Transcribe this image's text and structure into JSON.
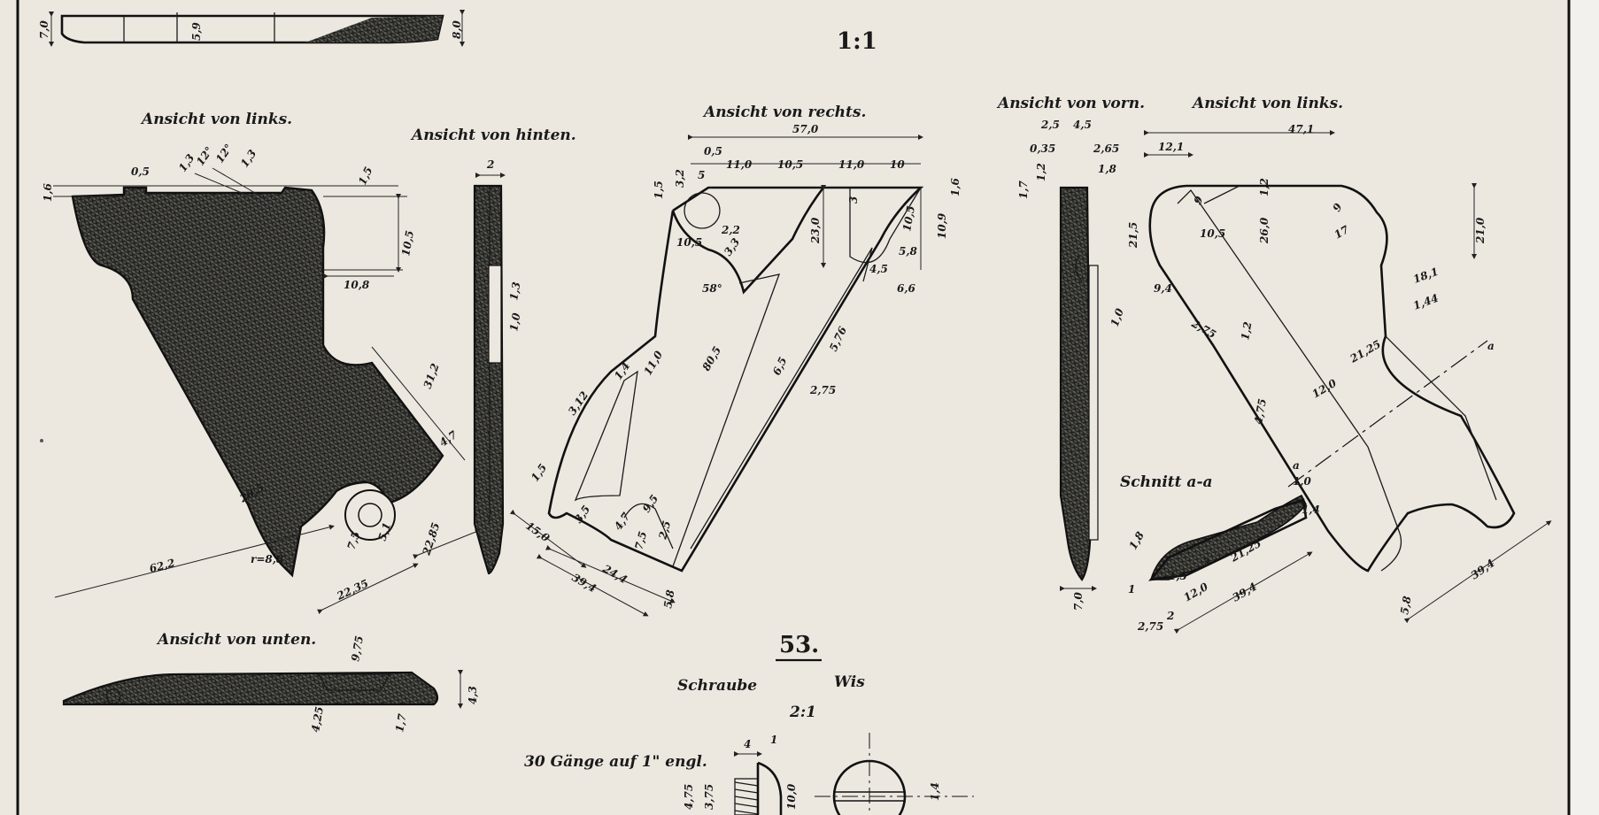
{
  "scale": "1:1",
  "views": {
    "left": "Ansicht von links.",
    "rear": "Ansicht von hinten.",
    "right": "Ansicht von rechts.",
    "front": "Ansicht von vorn.",
    "left2": "Ansicht von links.",
    "bottom": "Ansicht von unten."
  },
  "section": "Schnitt a-a",
  "part": {
    "number": "53.",
    "name": "Schraube",
    "sub": "Wis",
    "scale": "2:1",
    "thread": "30 Gänge auf 1\" engl."
  },
  "dims": {
    "d7_0": "7,0",
    "d5_9": "5,9",
    "d8_0": "8,0",
    "d1_6": "1,6",
    "d0_5": "0,5",
    "d1_3": "1,3",
    "d12a": "12°",
    "d12b": "12°",
    "d1_3b": "1,3",
    "d1_5": "1,5",
    "d10_5": "10,5",
    "d10_8": "10,8",
    "d31_2": "31,2",
    "d4_7": "4,7",
    "d20_5": "20,5",
    "d62_2": "62,2",
    "r8_8": "r=8,8",
    "d7_5": "7,5",
    "d5_1": "5,1",
    "d22_85": "22,85",
    "d22_35": "22,35",
    "d2": "2",
    "d1_3r": "1,3",
    "d1_0r": "1,0",
    "d57_0": "57,0",
    "d0_5r": "0,5",
    "d11_0a": "11,0",
    "d10_5r": "10,5",
    "d11_0b": "11,0",
    "d10": "10",
    "d1_6r": "1,6",
    "d3_2": "3,2",
    "d5": "5",
    "d1_5r": "1,5",
    "d2_2": "2,2",
    "d10_5b": "10,5",
    "d3_3": "3,3",
    "d58": "58°",
    "d23_0": "23,0",
    "d3": "3",
    "d10_5c": "10,5",
    "d10_9": "10,9",
    "d5_8": "5,8",
    "d4_5": "4,5",
    "d6_6": "6,6",
    "d5_76": "5,76",
    "d80_5": "80,5",
    "d11_0c": "11,0",
    "d6_5": "6,5",
    "d2_75": "2,75",
    "d3_12": "3,12",
    "d1_4": "1,4",
    "d1_5b": "1,5",
    "d3_5": "3,5",
    "d4_7b": "4,7",
    "d9_5": "9,5",
    "d7_5b": "7,5",
    "d15_0": "15,0",
    "d24_4": "24,4",
    "d39_4": "39,4",
    "d5_8b": "5,8",
    "d2_5": "2,5",
    "f4_5": "4,5",
    "f2_5": "2,5",
    "f0_35": "0,35",
    "f2_65": "2,65",
    "f1_8": "1,8",
    "f1_2": "1,2",
    "f1_7": "1,7",
    "f1_0": "1,0",
    "f7_0": "7,0",
    "l47_1": "47,1",
    "l12_1": "12,1",
    "l1_2": "1,2",
    "l9": "9",
    "l21_5": "21,5",
    "l10_5": "10,5",
    "l26_0": "26,0",
    "l17": "17",
    "l21_0": "21,0",
    "l9_4": "9,4",
    "l18_1": "18,1",
    "l1_44": "1,44",
    "l2_75": "2,75",
    "l1_2b": "1,2",
    "l21_25": "21,25",
    "l12_0": "12,0",
    "l4_75": "4,75",
    "l39_4": "39,4",
    "l5_8": "5,8",
    "a": "a",
    "s1_8": "1,8",
    "s1_5": "1,5",
    "s3": "3",
    "s21_25": "21,25",
    "s1_0": "1,0",
    "s1_4": "1,4",
    "s12_0": "12,0",
    "s2_75": "2,75",
    "s2": "2",
    "s39_4": "39,4",
    "s1": "1",
    "b9_75": "9,75",
    "b4_3": "4,3",
    "b4_25": "4,25",
    "b1_7": "1,7",
    "p4": "4",
    "p1": "1",
    "p4_75": "4,75",
    "p3_75": "3,75",
    "p10_0": "10,0",
    "p1_4": "1,4"
  }
}
